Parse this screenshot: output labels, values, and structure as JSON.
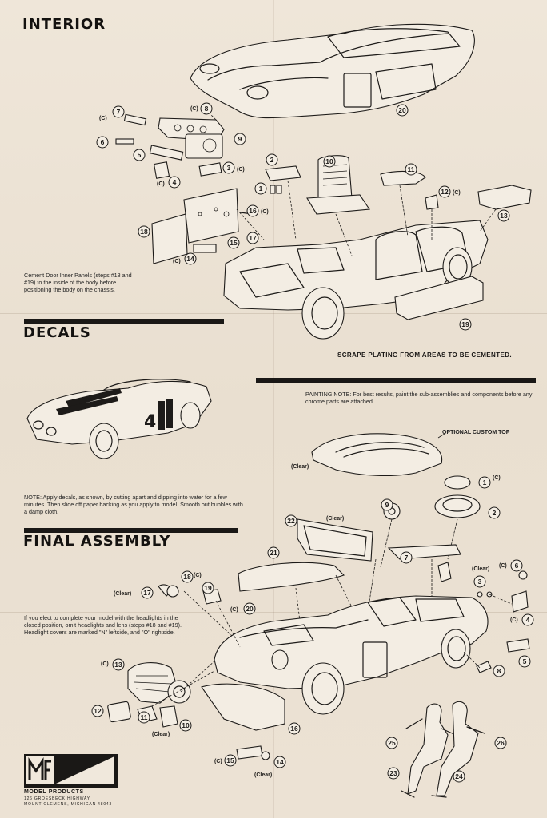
{
  "sections": {
    "interior": {
      "title": "INTERIOR"
    },
    "decals": {
      "title": "DECALS"
    },
    "final": {
      "title": "FINAL ASSEMBLY"
    }
  },
  "notes": {
    "door_panels": "Cement Door Inner Panels (steps #18 and #19) to the inside of the body before positioning the body on the chassis.",
    "scrape": "SCRAPE PLATING FROM AREAS TO BE CEMENTED.",
    "painting": "PAINTING NOTE: For best results, paint the sub-assemblies and components before any chrome parts are attached.",
    "decals": "NOTE: Apply decals, as shown, by cutting apart and dipping into water for a few minutes. Then slide off paper backing as you apply to model. Smooth out bubbles with a damp cloth.",
    "headlights": "If you elect to complete your model with the headlights in the closed position, omit headlights and lens (steps #18 and #19). Headlight covers are marked \"N\" leftside, and \"O\" rightside."
  },
  "labels": {
    "optional_top": "OPTIONAL CUSTOM TOP",
    "clear": "(Clear)",
    "chrome": "(C)",
    "decal_number": "4"
  },
  "company": {
    "name": "MODEL PRODUCTS",
    "address1": "126 GROESBECK HIGHWAY",
    "address2": "MOUNT CLEMENS, MICHIGAN 48043"
  },
  "callouts_interior": [
    "1",
    "2",
    "3",
    "4",
    "5",
    "6",
    "7",
    "8",
    "9",
    "10",
    "11",
    "12",
    "13",
    "14",
    "15",
    "16",
    "17",
    "18",
    "19",
    "20"
  ],
  "callouts_final": [
    "1",
    "2",
    "3",
    "4",
    "5",
    "6",
    "7",
    "8",
    "9",
    "10",
    "11",
    "12",
    "13",
    "14",
    "15",
    "16",
    "17",
    "18",
    "19",
    "20",
    "21",
    "22",
    "23",
    "24",
    "25",
    "26"
  ]
}
